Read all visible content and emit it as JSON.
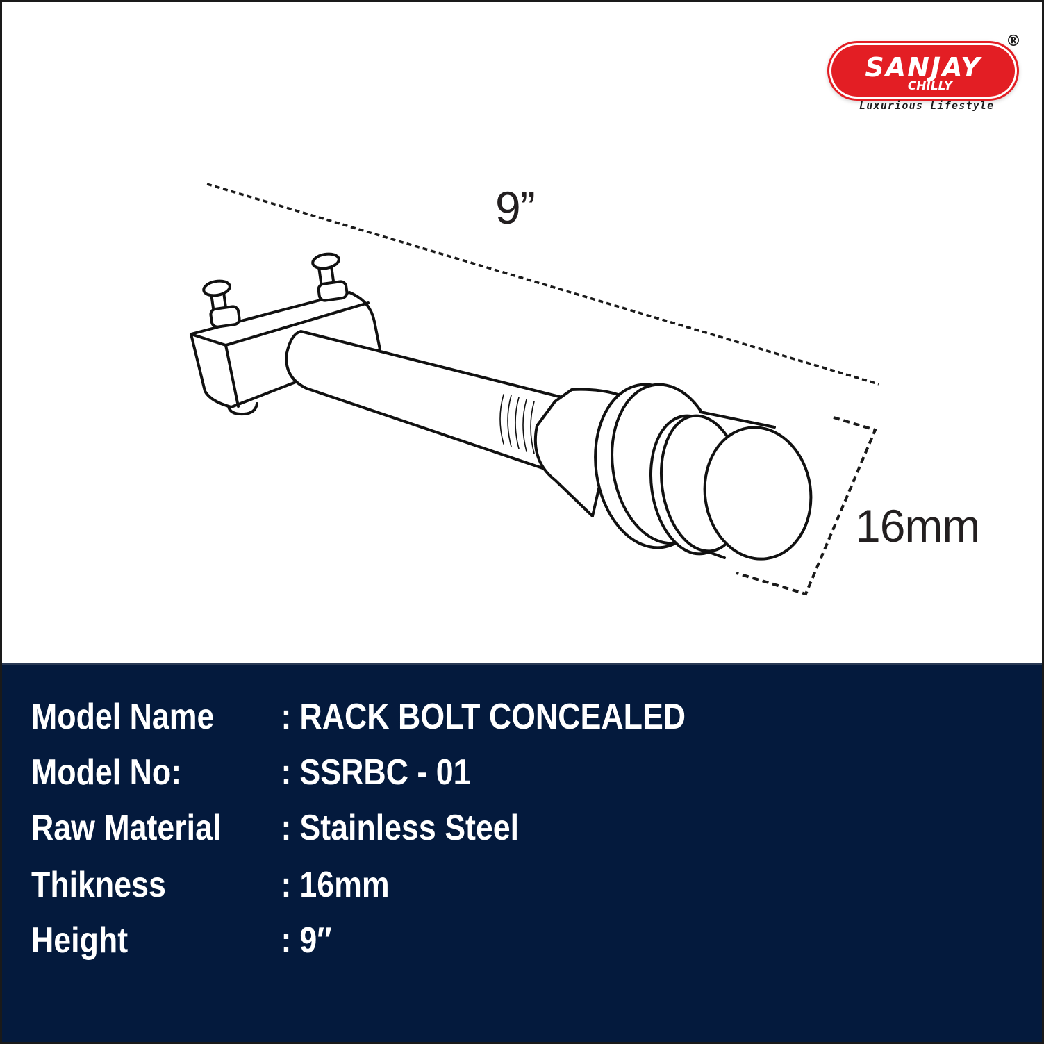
{
  "logo": {
    "brand": "SANJAY",
    "sub_brand": "CHILLY",
    "registered_mark": "®",
    "tagline": "Luxurious Lifestyle",
    "colors": {
      "pill": "#e31e24",
      "text": "#ffffff",
      "tagline": "#1a1a1a"
    }
  },
  "drawing": {
    "product_icon": "rack-bolt-line-drawing",
    "dimensions": {
      "length_label": "9”",
      "thickness_label": "16mm"
    }
  },
  "specs": {
    "background_color": "#041a3d",
    "separator": ":",
    "rows": [
      {
        "label": "Model Name",
        "value": "RACK BOLT CONCEALED"
      },
      {
        "label": "Model No:",
        "value": "SSRBC - 01"
      },
      {
        "label": "Raw Material",
        "value": "Stainless Steel"
      },
      {
        "label": "Thikness",
        "value": "16mm"
      },
      {
        "label": "Height",
        "value": "9″"
      }
    ]
  }
}
